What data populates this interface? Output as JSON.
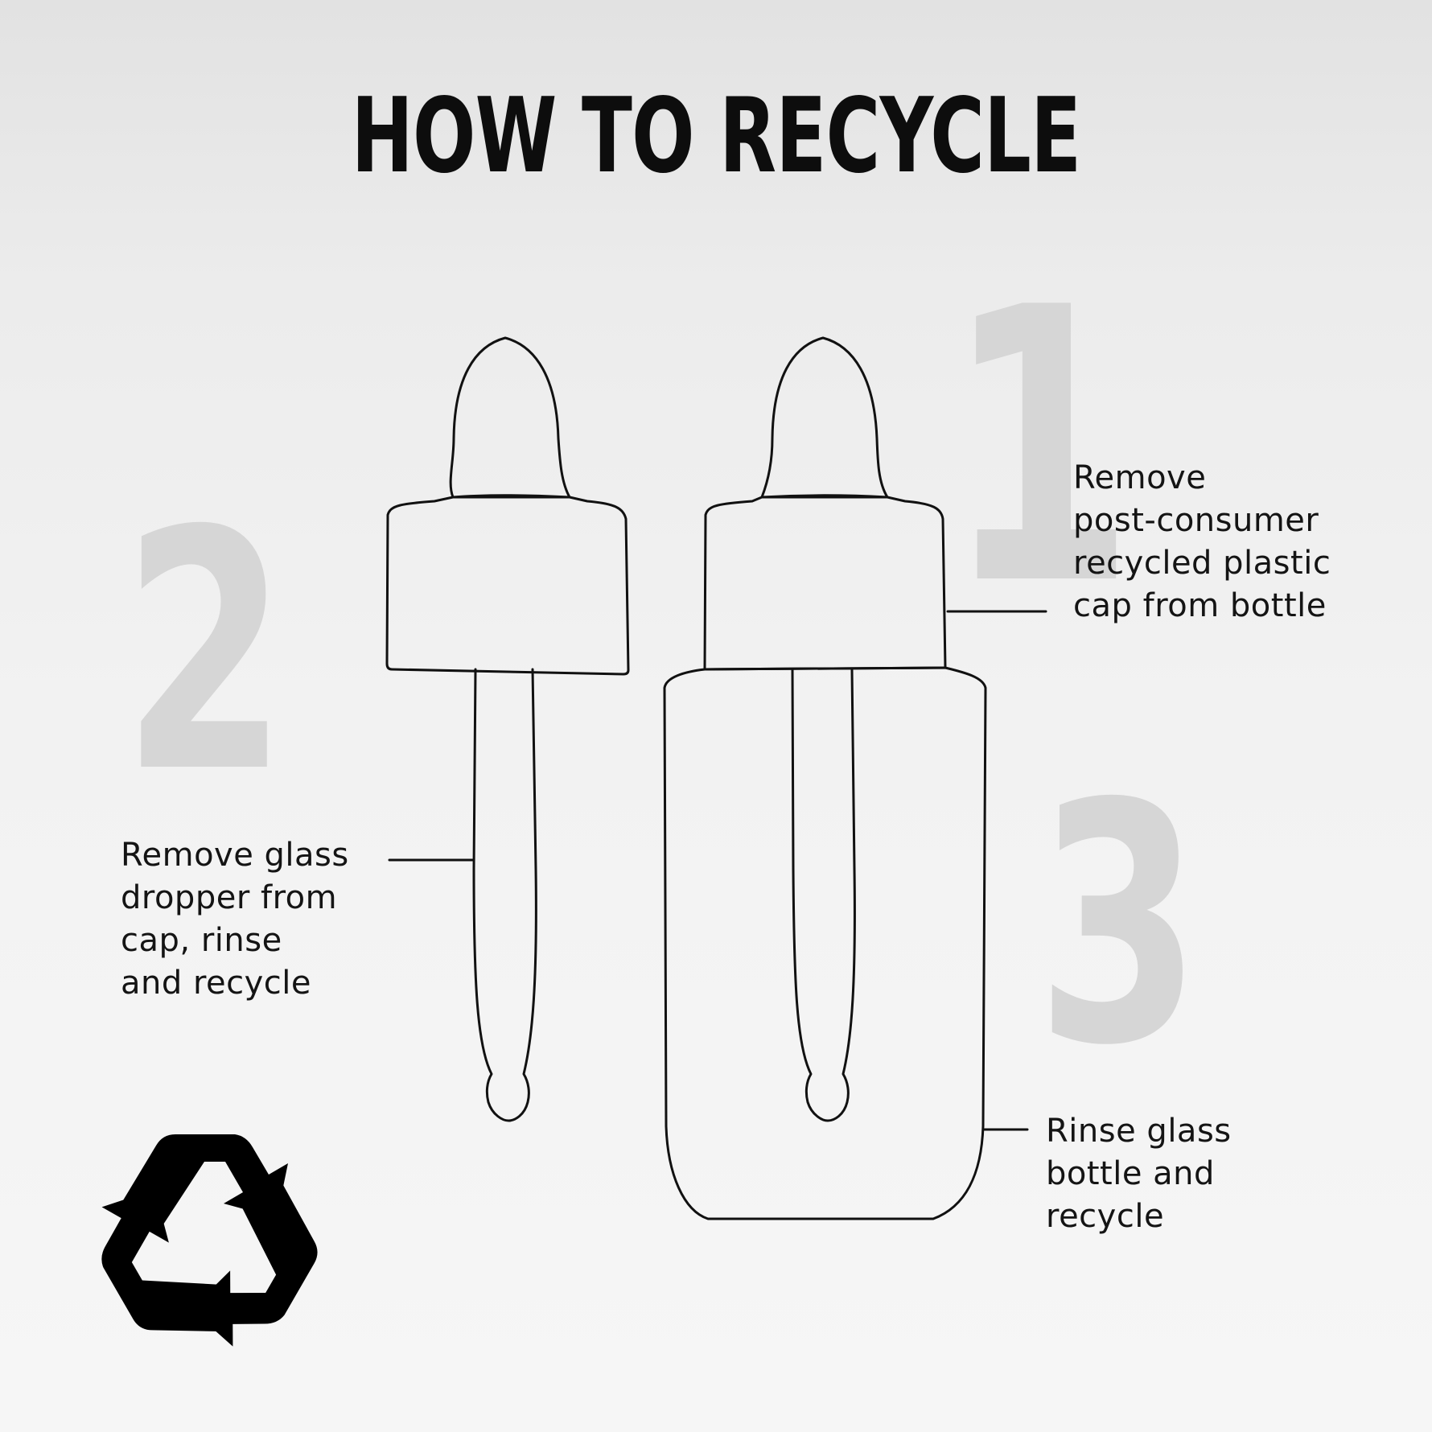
{
  "title": "HOW TO RECYCLE",
  "steps": [
    {
      "number": "1",
      "text": "Remove\npost-consumer\nrecycled plastic\ncap from bottle"
    },
    {
      "number": "2",
      "text": "Remove glass\ndropper from\ncap, rinse\nand recycle"
    },
    {
      "number": "3",
      "text": "Rinse glass\nbottle and\nrecycle"
    }
  ],
  "icons": {
    "recycle": "recycle-icon",
    "dropper": "dropper-icon",
    "bottle": "bottle-with-dropper-icon"
  },
  "colors": {
    "step_number": "#d6d6d6",
    "ink": "#111111"
  }
}
